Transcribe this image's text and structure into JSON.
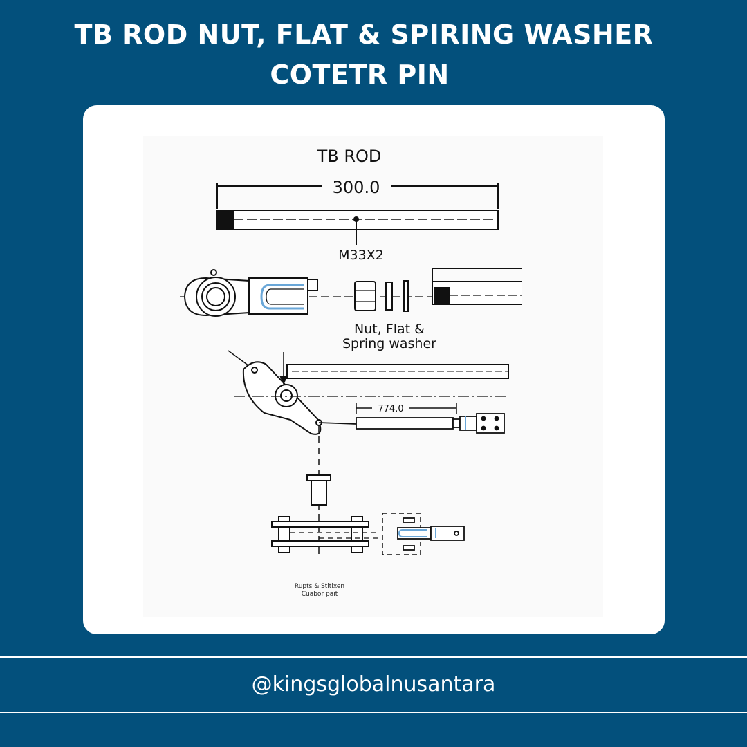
{
  "header": {
    "title_line_1": "TB ROD NUT, FLAT & SPIRING WASHER",
    "title_line_2": "COTETR PIN"
  },
  "diagram": {
    "rod_title": "TB ROD",
    "rod_length": "300.0",
    "thread_spec": "M33X2",
    "washer_label_line_1": "Nut, Flat &",
    "washer_label_line_2": "Spring washer",
    "linkage_length": "774.0",
    "bottom_label_line_1": "Rupts & Stitixen",
    "bottom_label_line_2": "Cuabor pait"
  },
  "footer": {
    "handle": "@kingsglobalnusantara"
  },
  "colors": {
    "background": "#03507C",
    "card": "#ffffff",
    "text": "#ffffff",
    "accent_blue": "#6aa7d8"
  }
}
